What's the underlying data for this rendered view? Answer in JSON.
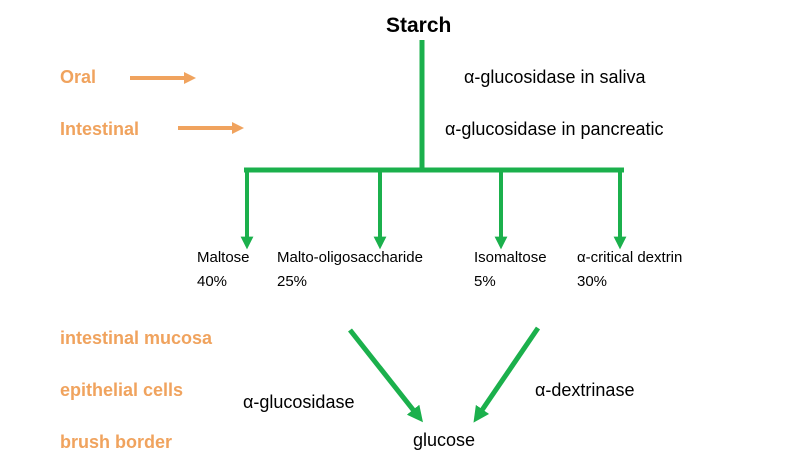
{
  "title": "Starch",
  "colors": {
    "accent_green": "#1bb04c",
    "label_orange": "#f0a35e",
    "text": "#000000"
  },
  "left_labels": {
    "oral": "Oral",
    "intestinal": "Intestinal",
    "intestinal_mucosa": "intestinal mucosa",
    "epithelial_cells": "epithelial cells",
    "brush_border": "brush border"
  },
  "enzymes": {
    "saliva": "α-glucosidase in saliva",
    "pancreatic": "α-glucosidase in pancreatic",
    "glucosidase": "α-glucosidase",
    "dextrinase": "α-dextrinase"
  },
  "products": [
    {
      "name": "Maltose",
      "percent": "40%"
    },
    {
      "name": "Malto-oligosaccharide",
      "percent": "25%"
    },
    {
      "name": "Isomaltose",
      "percent": "5%"
    },
    {
      "name": "α-critical dextrin",
      "percent": "30%"
    }
  ],
  "final_product": "glucose"
}
